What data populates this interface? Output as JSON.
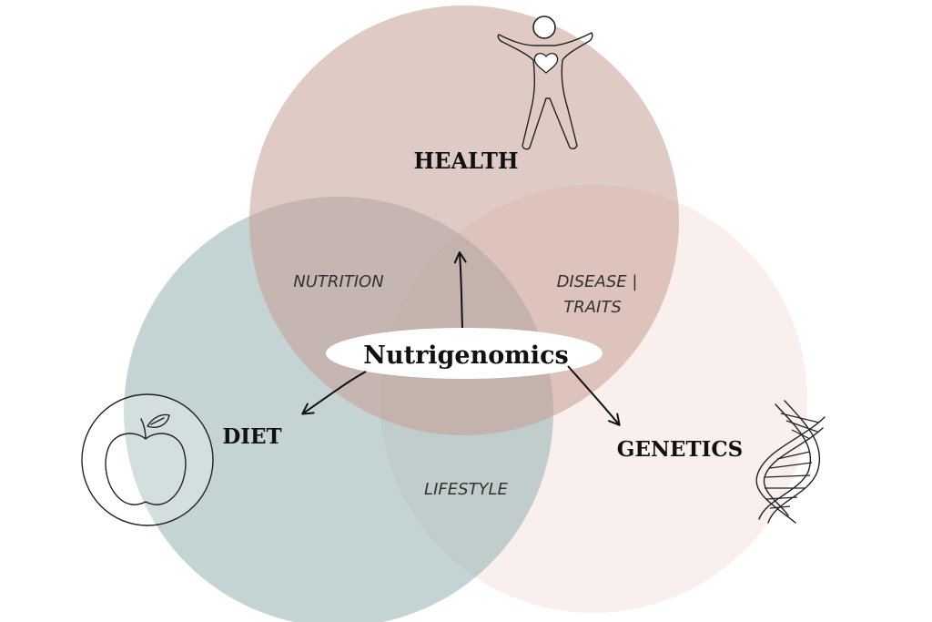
{
  "circles": {
    "health": {
      "label": "HEALTH",
      "color": "#c79e94"
    },
    "diet": {
      "label": "DIET",
      "color": "#93aeb1"
    },
    "genetics": {
      "label": "GENETICS",
      "color": "#f2ddd7"
    }
  },
  "overlaps": {
    "nutrition": "NUTRITION",
    "disease_line1": "DISEASE |",
    "disease_line2": "TRAITS",
    "lifestyle": "LIFESTYLE"
  },
  "center": {
    "label": "Nutrigenomics"
  },
  "icons": {
    "health": "person-heart-icon",
    "diet": "apple-icon",
    "genetics": "dna-icon"
  }
}
